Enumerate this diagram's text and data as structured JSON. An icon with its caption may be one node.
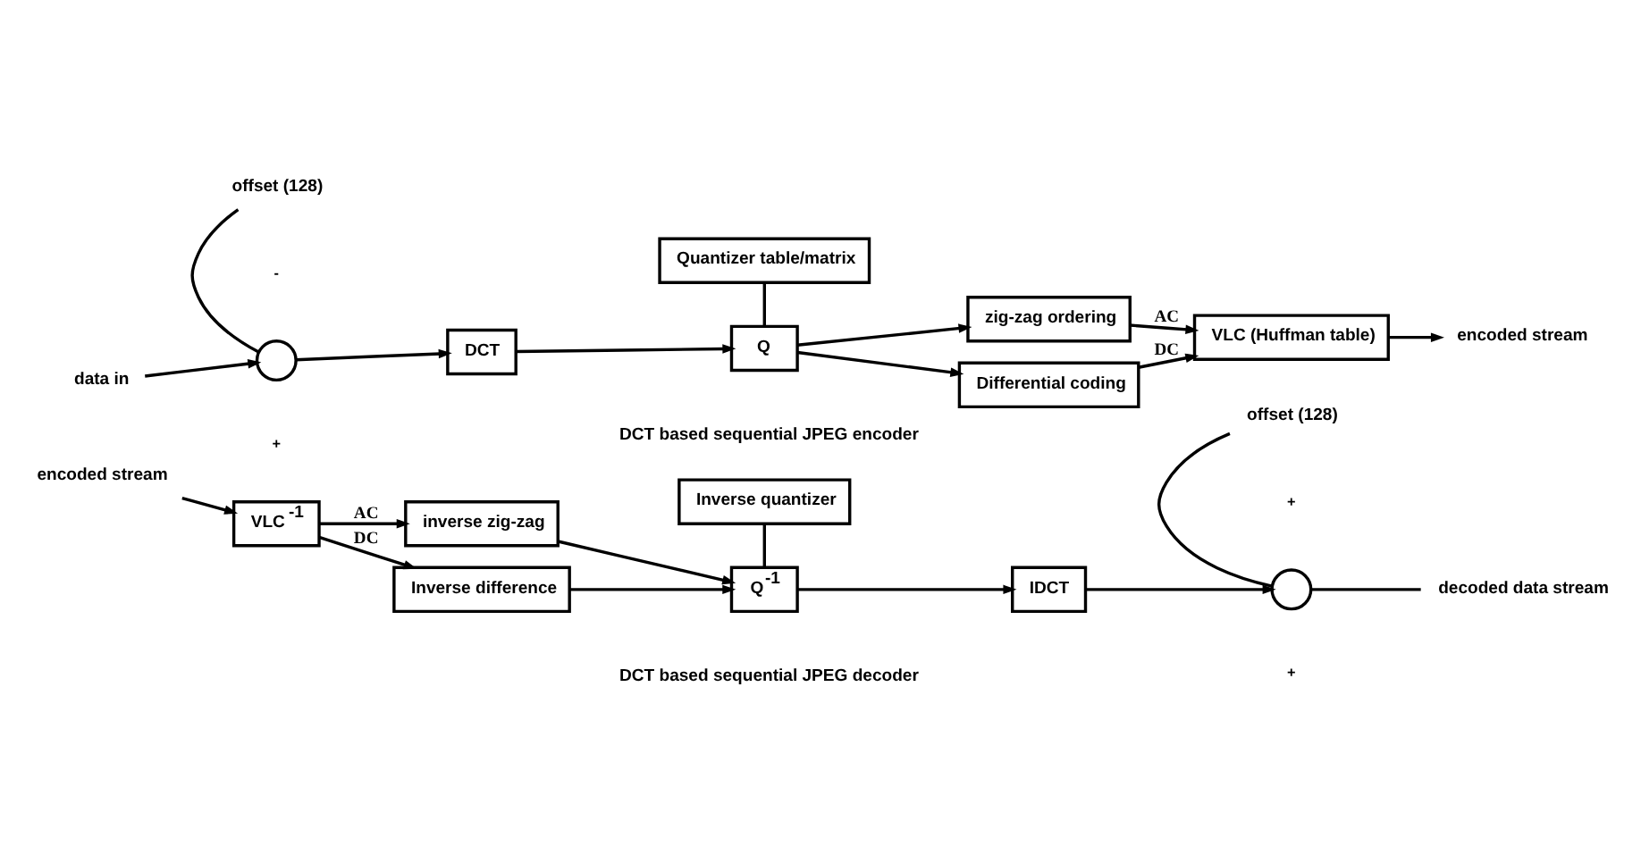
{
  "diagram": {
    "nodes": [
      {
        "text": [
          "data in"
        ]
      },
      {
        "text": [],
        "shape": "circle"
      },
      {
        "text": [
          "offset (128)"
        ]
      },
      {
        "text": [
          "DCT"
        ]
      },
      {
        "text": [
          "Quantizer table/matrix"
        ]
      },
      {
        "text": [
          "Q"
        ]
      },
      {
        "text": [
          "zig-zag ordering"
        ]
      },
      {
        "text": [
          "Differential coding"
        ]
      },
      {
        "text": [
          "VLC (Huffman table)"
        ]
      },
      {
        "text": [
          "encoded stream"
        ]
      },
      {
        "text": [
          "encoded stream"
        ]
      },
      {
        "text": [
          "VLC $^{-1}$"
        ]
      },
      {
        "text": [
          "inverse zig-zag"
        ]
      },
      {
        "text": [
          "Inverse difference"
        ]
      },
      {
        "text": [
          "Inverse quantizer"
        ]
      },
      {
        "text": [
          "Q$^{-1}$"
        ]
      },
      {
        "text": [
          "IDCT"
        ]
      },
      {
        "text": [],
        "shape": "circle"
      },
      {
        "text": [
          "offset (128)"
        ]
      },
      {
        "text": [
          "decoded data stream"
        ]
      }
    ],
    "edges": [
      {
        "from": 0,
        "to": 1,
        "arrow": "to"
      },
      {
        "from": 2,
        "to": 1,
        "arrow": "none"
      },
      {
        "from": 1,
        "to": 3,
        "arrow": "to"
      },
      {
        "from": 3,
        "to": 5,
        "arrow": "to"
      },
      {
        "from": 4,
        "to": 5,
        "arrow": "none"
      },
      {
        "from": 5,
        "to": 6,
        "arrow": "to"
      },
      {
        "from": 5,
        "to": 7,
        "arrow": "to"
      },
      {
        "from": 6,
        "to": 8,
        "arrow": "to",
        "label": "AC"
      },
      {
        "from": 7,
        "to": 8,
        "arrow": "to",
        "label": "DC"
      },
      {
        "from": 8,
        "to": 9,
        "arrow": "to"
      },
      {
        "from": 10,
        "to": 11,
        "arrow": "to"
      },
      {
        "from": 11,
        "to": 12,
        "arrow": "to",
        "label": "AC"
      },
      {
        "from": 11,
        "to": 13,
        "arrow": "to",
        "label": "DC"
      },
      {
        "from": 12,
        "to": 15,
        "arrow": "to"
      },
      {
        "from": 13,
        "to": 15,
        "arrow": "to"
      },
      {
        "from": 14,
        "to": 15,
        "arrow": "none"
      },
      {
        "from": 15,
        "to": 16,
        "arrow": "to"
      },
      {
        "from": 16,
        "to": 17,
        "arrow": "to"
      },
      {
        "from": 18,
        "to": 17,
        "arrow": "none"
      },
      {
        "from": 17,
        "to": 19,
        "arrow": "none"
      }
    ],
    "labels": [
      "-",
      "+",
      "DCT based sequential JPEG encoder",
      "+",
      "+",
      "DCT based sequential JPEG decoder"
    ]
  }
}
